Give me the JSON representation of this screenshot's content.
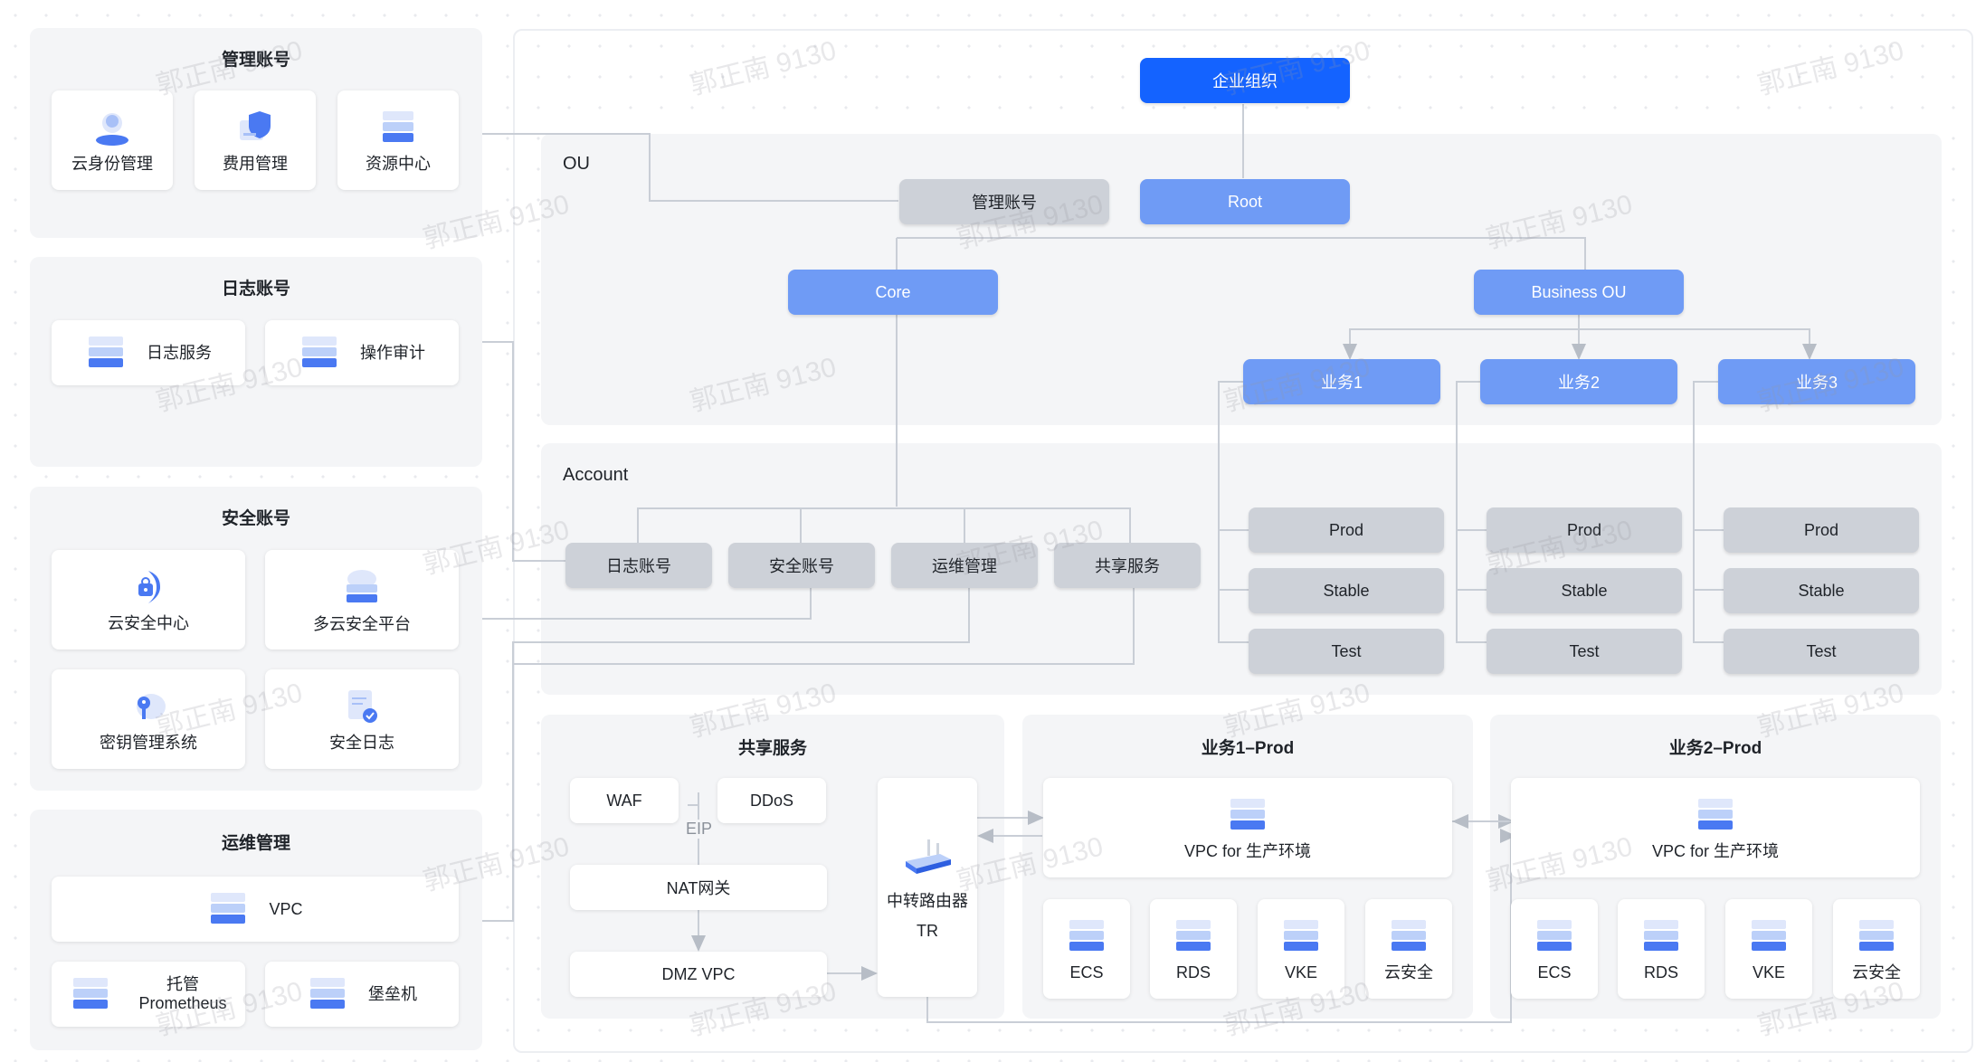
{
  "left": {
    "mgmt": {
      "title": "管理账号",
      "items": [
        "云身份管理",
        "费用管理",
        "资源中心"
      ]
    },
    "log": {
      "title": "日志账号",
      "items": [
        "日志服务",
        "操作审计"
      ]
    },
    "sec": {
      "title": "安全账号",
      "items": [
        "云安全中心",
        "多云安全平台",
        "密钥管理系统",
        "安全日志"
      ]
    },
    "ops": {
      "title": "运维管理",
      "vpc": "VPC",
      "prom": "托管\nPrometheus",
      "bastion": "堡垒机"
    }
  },
  "org": {
    "root_org": "企业组织",
    "ou_label": "OU",
    "mgmt_acct": "管理账号",
    "root": "Root",
    "core": "Core",
    "business_ou": "Business OU",
    "biz": [
      "业务1",
      "业务2",
      "业务3"
    ],
    "envs": [
      "Prod",
      "Stable",
      "Test"
    ],
    "account_label": "Account",
    "accounts": [
      "日志账号",
      "安全账号",
      "运维管理",
      "共享服务"
    ]
  },
  "shared": {
    "title": "共享服务",
    "waf": "WAF",
    "ddos": "DDoS",
    "eip": "EIP",
    "nat": "NAT网关",
    "dmz": "DMZ VPC",
    "tr_line1": "中转路由器",
    "tr_line2": "TR"
  },
  "biz1": {
    "title": "业务1–Prod",
    "vpc": "VPC for 生产环境",
    "items": [
      "ECS",
      "RDS",
      "VKE",
      "云安全"
    ]
  },
  "biz2": {
    "title": "业务2–Prod",
    "vpc": "VPC for 生产环境",
    "items": [
      "ECS",
      "RDS",
      "VKE",
      "云安全"
    ]
  },
  "watermark": "郭正南 9130",
  "colors": {
    "primary": "#1463ff",
    "ou_blue": "#6f9bf5",
    "gray_node": "#cdd1d8",
    "panel": "#f4f5f7",
    "line": "#c9ced6"
  }
}
